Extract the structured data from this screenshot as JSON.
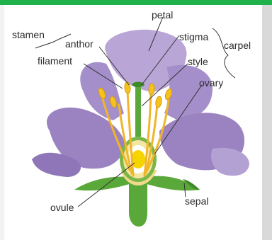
{
  "labels": {
    "stamen": "stamen",
    "anther": "anthor",
    "filament": "filament",
    "petal": "petal",
    "stigma": "stigma",
    "style": "style",
    "carpel": "carpel",
    "ovary": "ovary",
    "ovule": "ovule",
    "sepal": "sepal"
  },
  "colors": {
    "top_bar": "#21b14c",
    "petal": "#9b82c0",
    "petal_light": "#b9a6d6",
    "stem": "#5aa83a",
    "filament": "#f0b52a",
    "ovary": "#f4e6a0",
    "ovule": "#f5d400"
  }
}
